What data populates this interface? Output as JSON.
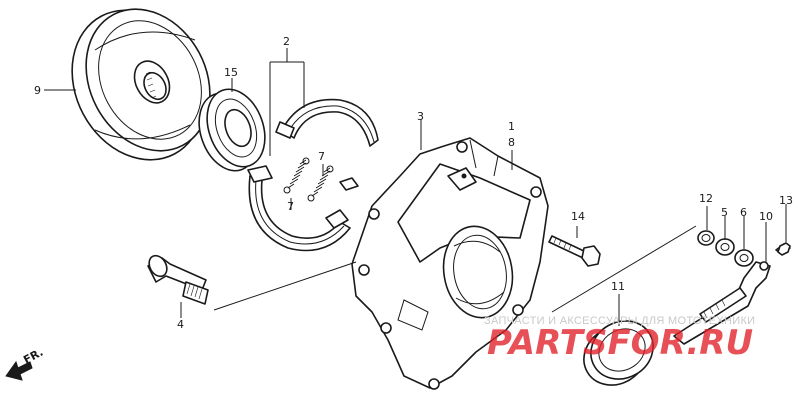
{
  "diagram": {
    "callouts": [
      {
        "id": "c1",
        "text": "1"
      },
      {
        "id": "c2",
        "text": "2"
      },
      {
        "id": "c3",
        "text": "3"
      },
      {
        "id": "c4",
        "text": "4"
      },
      {
        "id": "c5",
        "text": "5"
      },
      {
        "id": "c6",
        "text": "6"
      },
      {
        "id": "c7a",
        "text": "7"
      },
      {
        "id": "c7b",
        "text": "7"
      },
      {
        "id": "c8",
        "text": "8"
      },
      {
        "id": "c9",
        "text": "9"
      },
      {
        "id": "c10",
        "text": "10"
      },
      {
        "id": "c11",
        "text": "11"
      },
      {
        "id": "c12",
        "text": "12"
      },
      {
        "id": "c13",
        "text": "13"
      },
      {
        "id": "c14",
        "text": "14"
      },
      {
        "id": "c15",
        "text": "15"
      }
    ],
    "direction_label": "FR.",
    "colors": {
      "line": "#1a1a1a",
      "watermark_brand": "#e21f28",
      "watermark_text": "#c9c9c9"
    }
  },
  "watermark": {
    "tagline": "ЗАПЧАСТИ И АКСЕССУАРЫ ДЛЯ МОТОТЕХНИКИ",
    "brand": "PARTSFOR.RU"
  }
}
